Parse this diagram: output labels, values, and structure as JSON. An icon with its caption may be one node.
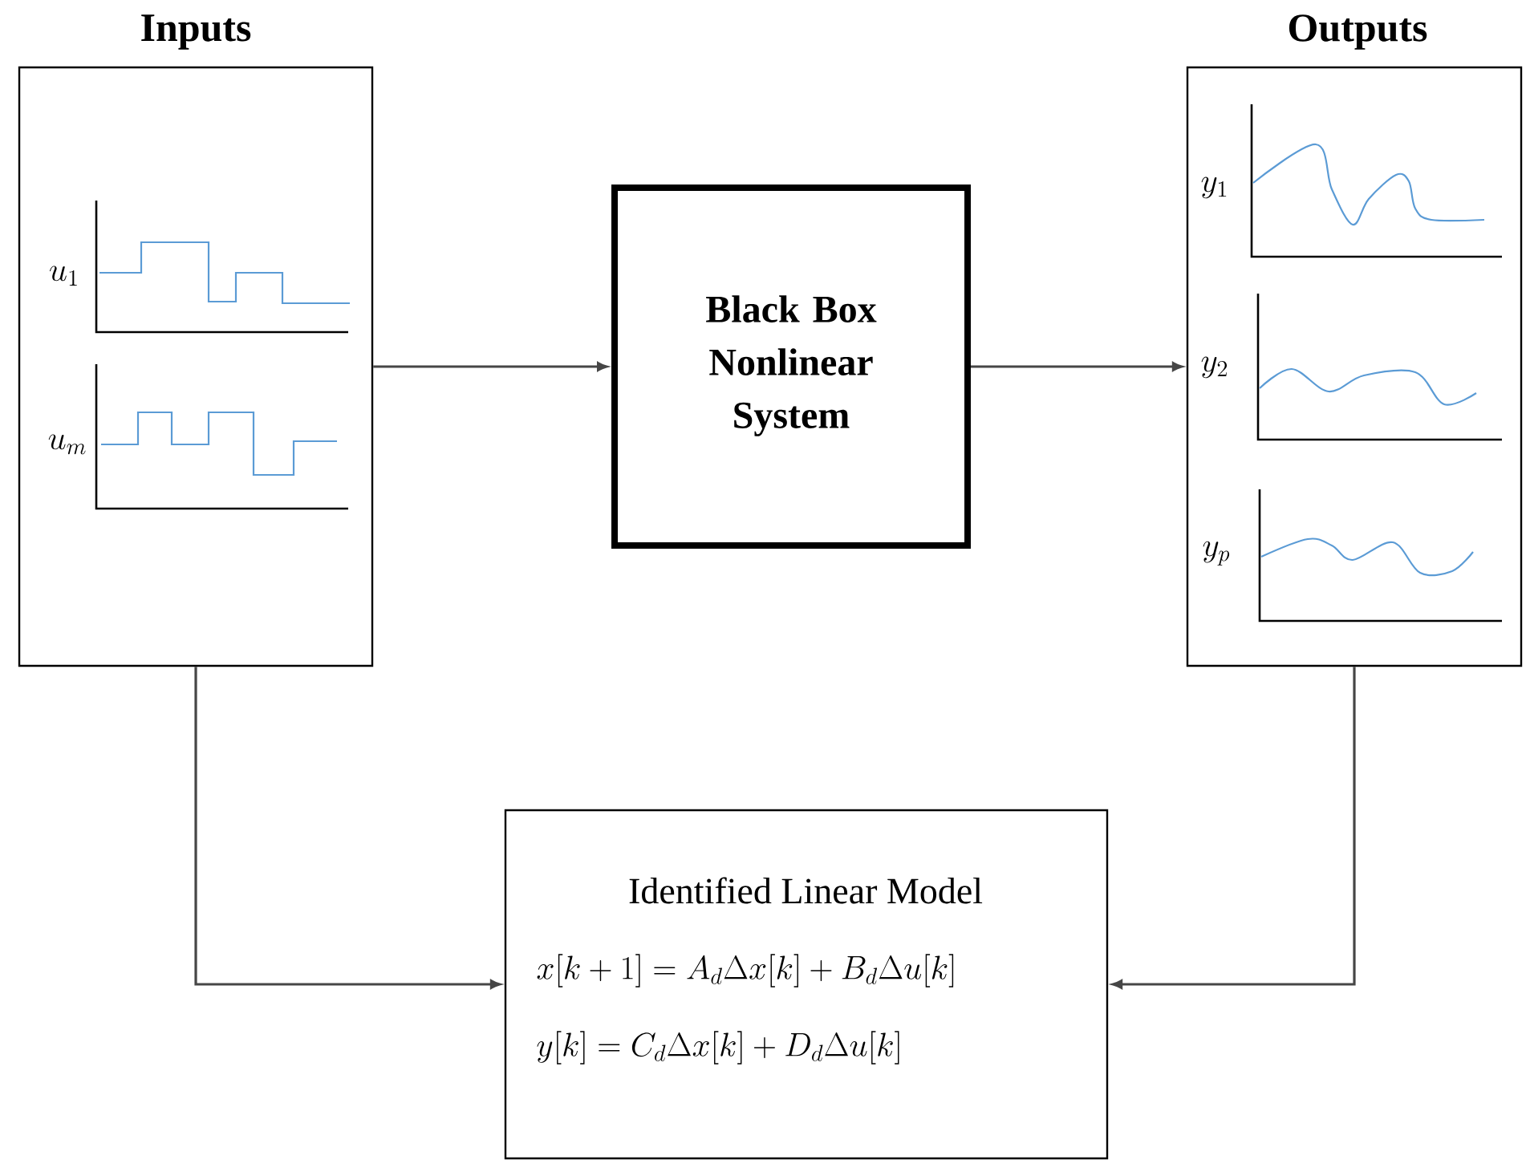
{
  "diagram": {
    "nodes": [
      {
        "text": [
          "Inputs",
          "u_1",
          "u_m"
        ]
      },
      {
        "text": [
          "Black Box Nonlinear System"
        ]
      },
      {
        "text": [
          "Outputs",
          "y_1",
          "y_2",
          "y_p"
        ]
      },
      {
        "text": [
          "Identified Linear Model",
          "x[k+1] = A_d\\Delta x[k] + B_d\\Delta u[k]",
          "y[k] = C_d\\Delta x[k] + D_d\\Delta u[k]"
        ]
      }
    ],
    "edges": [
      {
        "from": 0,
        "to": 1,
        "arrow": "to"
      },
      {
        "from": 1,
        "to": 2,
        "arrow": "to"
      },
      {
        "from": 0,
        "to": 3,
        "arrow": "to"
      },
      {
        "from": 2,
        "to": 3,
        "arrow": "to"
      }
    ]
  }
}
